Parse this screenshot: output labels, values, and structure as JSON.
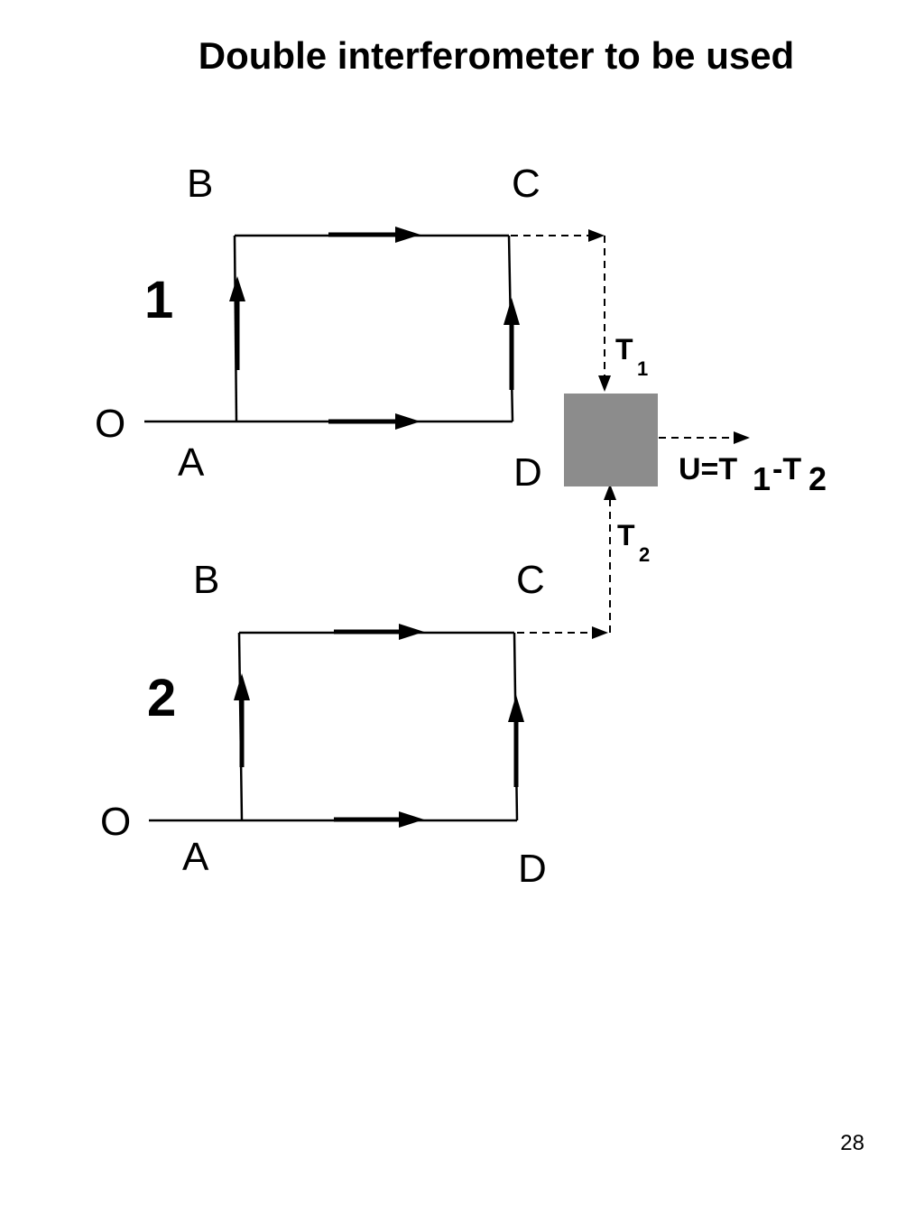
{
  "slide": {
    "title": "Double interferometer to be used",
    "page_number": "28"
  },
  "diagram": {
    "interferometer_1": {
      "number": "1",
      "labels": {
        "O": "O",
        "A": "A",
        "B": "B",
        "C": "C",
        "D": "D"
      }
    },
    "interferometer_2": {
      "number": "2",
      "labels": {
        "O": "O",
        "A": "A",
        "B": "B",
        "C": "C",
        "D": "D"
      }
    },
    "detector": {
      "color": "#8c8c8c",
      "input_1": {
        "base": "T",
        "sub": "1"
      },
      "input_2": {
        "base": "T",
        "sub": "2"
      },
      "output": {
        "prefix": "U=T",
        "sub1": "1",
        "mid": "-T",
        "sub2": "2"
      }
    }
  }
}
